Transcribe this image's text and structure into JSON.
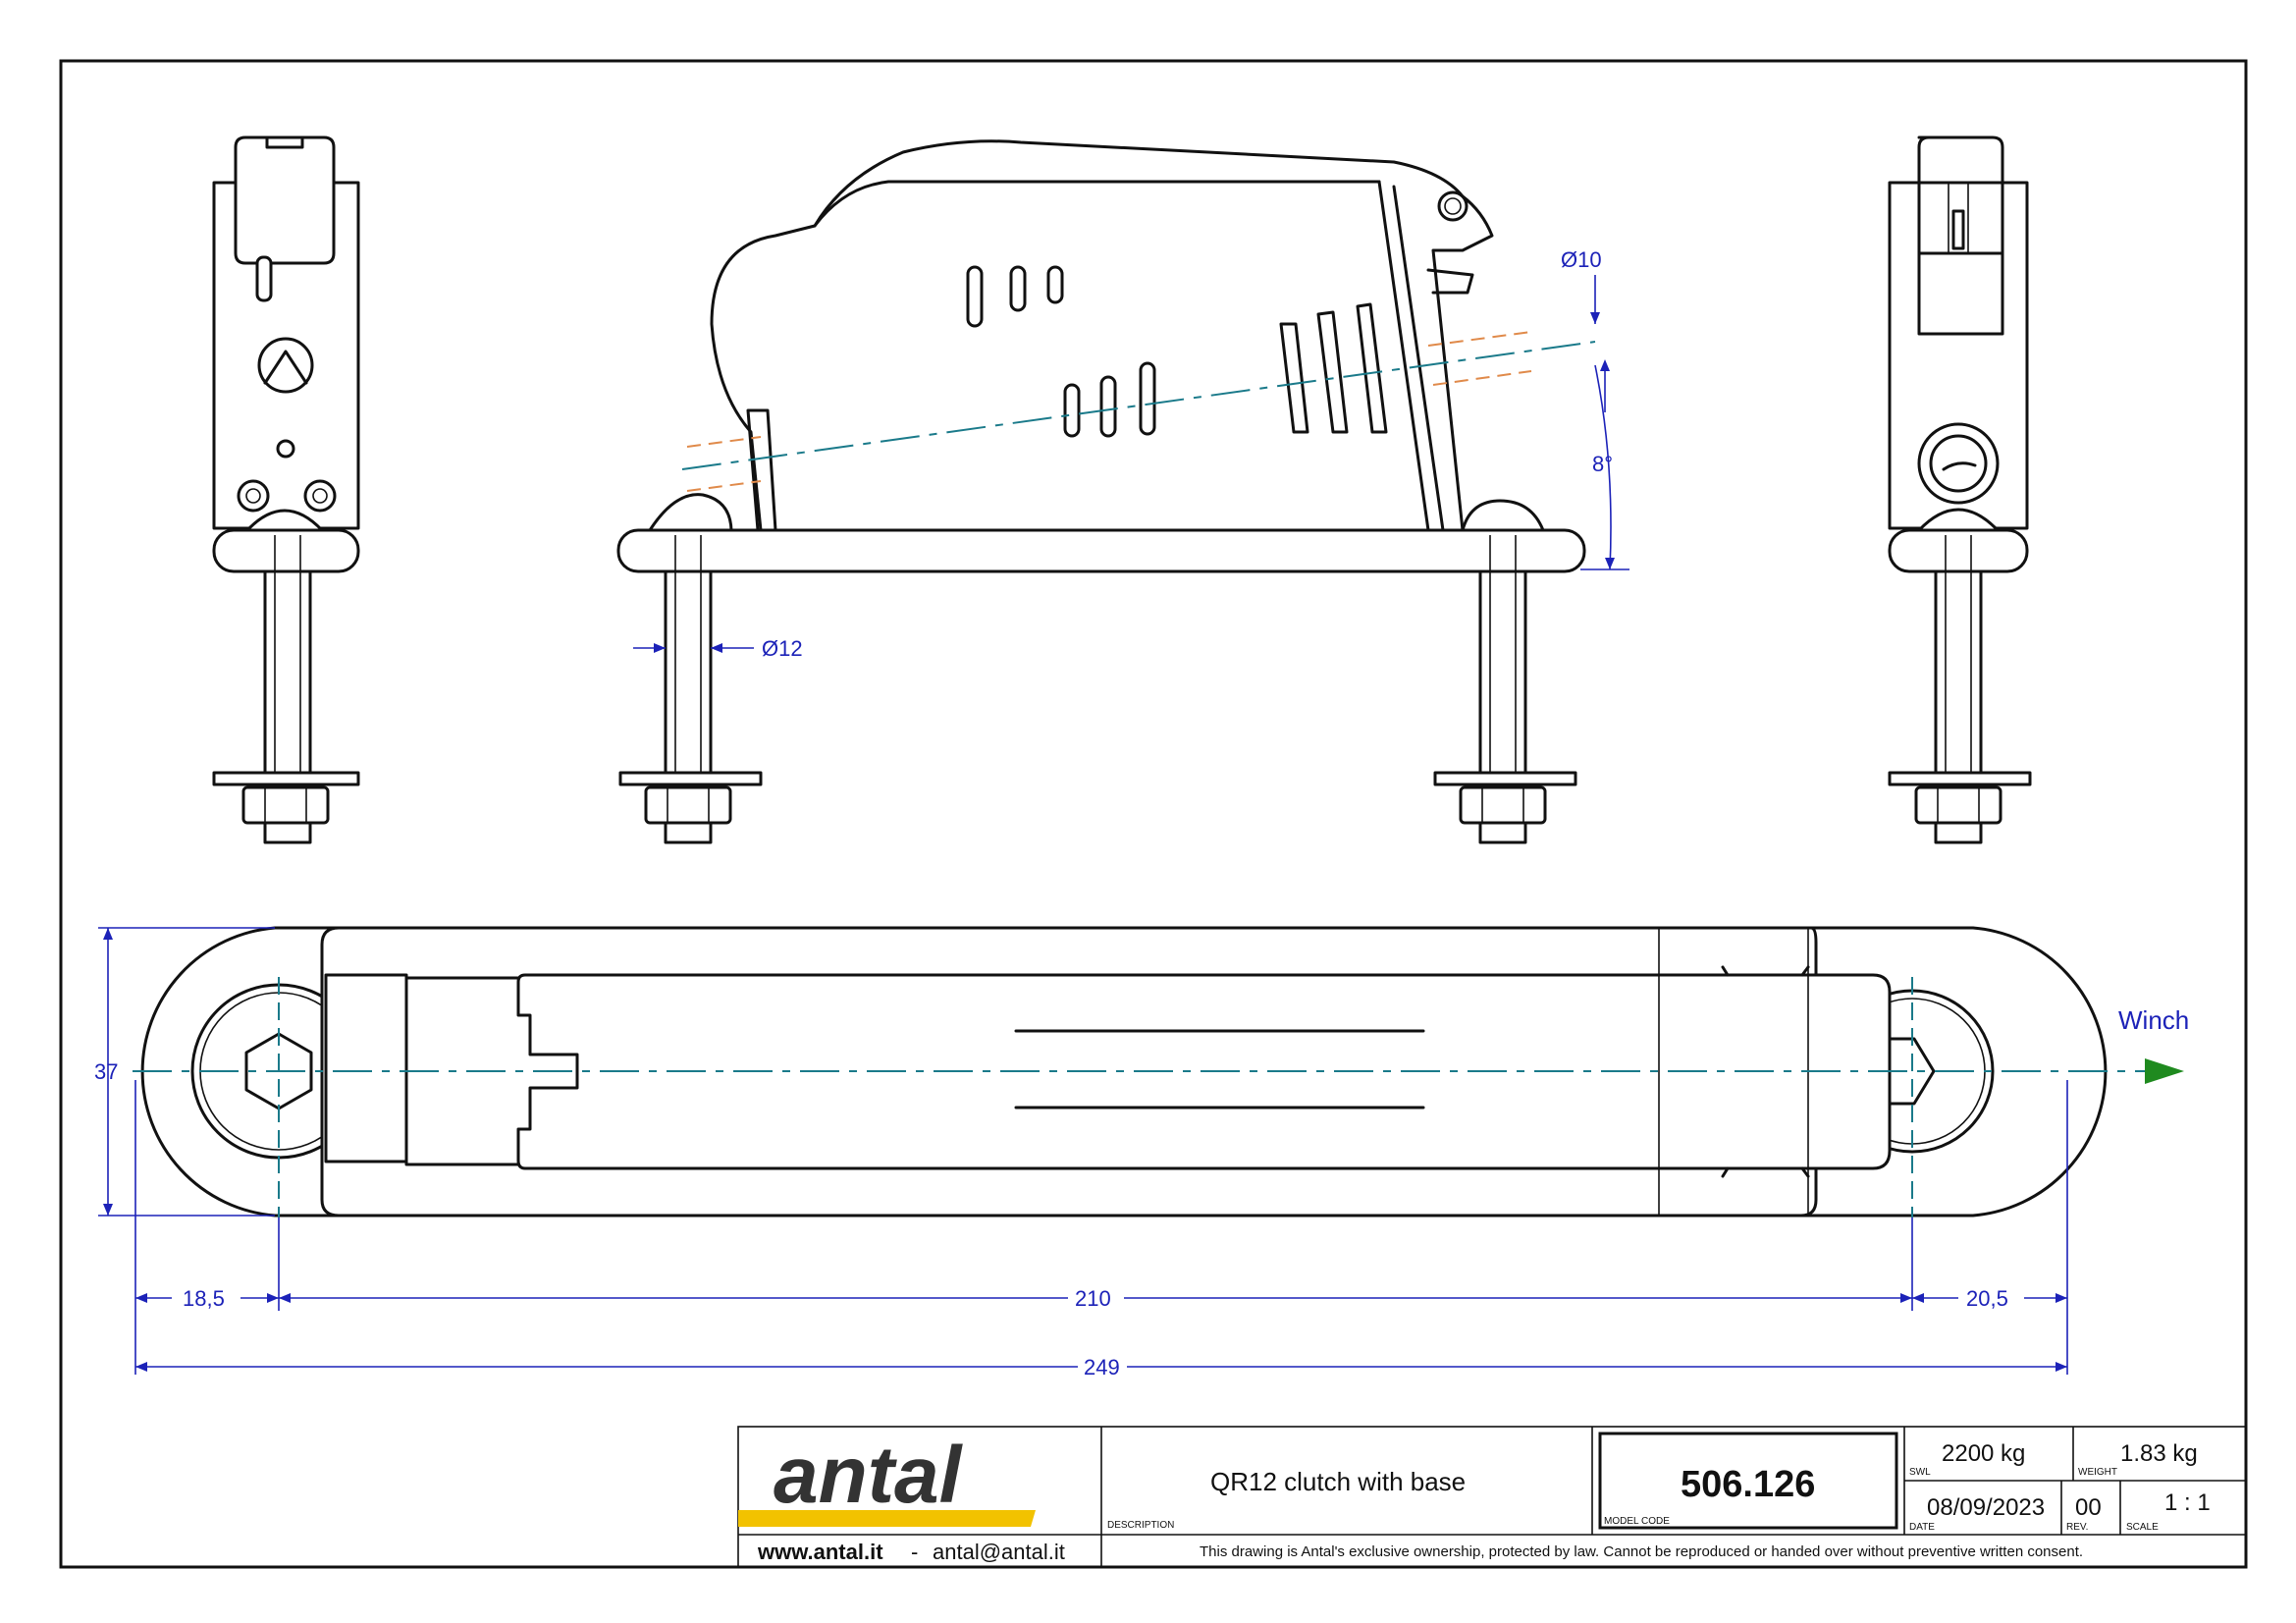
{
  "dimensions": {
    "d10": "Ø10",
    "angle": "8°",
    "d12": "Ø12",
    "height": "37",
    "left": "18,5",
    "center": "210",
    "right": "20,5",
    "total": "249"
  },
  "winch_label": "Winch",
  "title_block": {
    "logo": "antal",
    "website": "www.antal.it",
    "separator": "-",
    "email": "antal@antal.it",
    "description_label": "DESCRIPTION",
    "description": "QR12 clutch with base",
    "model_code_label": "MODEL CODE",
    "model_code": "506.126",
    "swl_label": "SWL",
    "swl": "2200 kg",
    "weight_label": "WEIGHT",
    "weight": "1.83 kg",
    "date_label": "DATE",
    "date": "08/09/2023",
    "rev_label": "REV.",
    "rev": "00",
    "scale_label": "SCALE",
    "scale": "1 : 1",
    "disclaimer": "This drawing is Antal's exclusive ownership, protected by law. Cannot be reproduced or handed over without preventive written consent."
  },
  "colors": {
    "dimension": "#1c22b8",
    "axis": "#1a7a8a",
    "hidden_line": "#e08a4a",
    "winch_arrow": "#1f8a1f",
    "logo_bar": "#f2c200",
    "logo_text": "#333333"
  }
}
